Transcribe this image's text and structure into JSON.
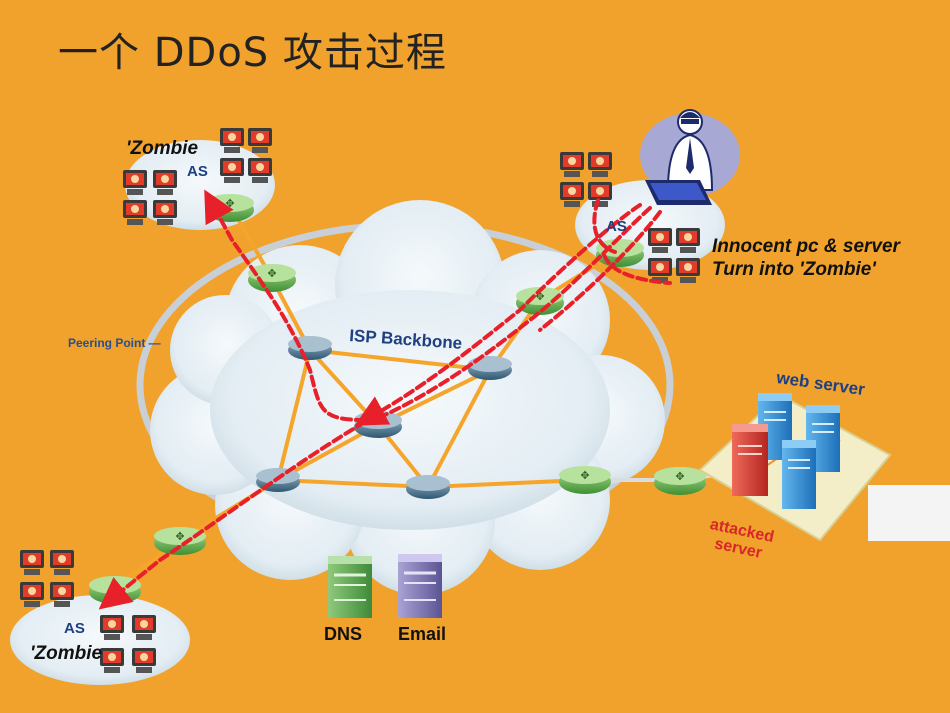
{
  "title": "一个 DDoS 攻击过程",
  "labels": {
    "zombie_top": "'Zombie",
    "zombie_bottom": "'Zombie",
    "as_top": "AS",
    "as_right": "AS",
    "as_bottom": "AS",
    "innocent_line1": "Innocent pc & server",
    "innocent_line2": "Turn into  'Zombie'",
    "isp_backbone": "ISP Backbone",
    "peering_point": "Peering Point",
    "web_server": "web server",
    "attacked_line1": "attacked",
    "attacked_line2": "server",
    "dns": "DNS",
    "email": "Email"
  },
  "icons": {
    "router": "router-icon",
    "zombie_pc": "zombie-pc-icon",
    "attacker": "hacker-icon",
    "server": "server-icon"
  },
  "colors": {
    "background": "#f0a22c",
    "attack_path": "#e8202a",
    "link": "#f5a52a",
    "router_green": "#5faf4a",
    "router_blue": "#3d6f8c",
    "cloud": "#e2ecf2"
  }
}
